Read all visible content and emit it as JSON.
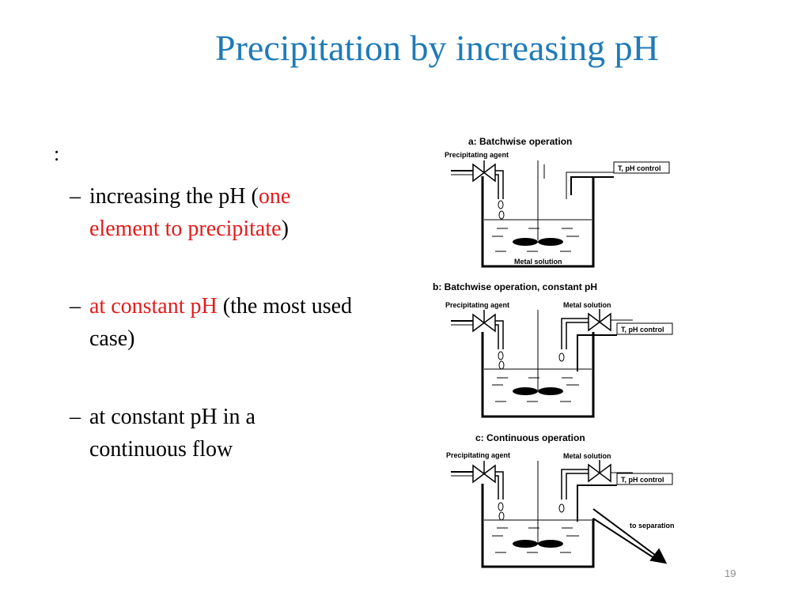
{
  "slide": {
    "title": "Precipitation by increasing pH",
    "intro": ":",
    "bullets": [
      {
        "dash": "–",
        "parts": [
          "increasing the pH (",
          "one element to precipitate",
          ")"
        ]
      },
      {
        "dash": "–",
        "parts": [
          "at  constant pH",
          " (the most used case)"
        ]
      },
      {
        "dash": "–",
        "parts": [
          "at constant pH in a continuous flow"
        ]
      }
    ],
    "page_number": "19",
    "accent_red": "#e31b1b",
    "title_color": "#1f7ab8"
  },
  "figure": {
    "a": {
      "title": "a: Batchwise operation",
      "agent": "Precipitating agent",
      "control": "T, pH control",
      "solution": "Metal solution"
    },
    "b": {
      "title": "b: Batchwise operation, constant pH",
      "agent": "Precipitating agent",
      "solution": "Metal solution",
      "control": "T, pH control"
    },
    "c": {
      "title": "c: Continuous operation",
      "agent": "Precipitating agent",
      "solution": "Metal solution",
      "control": "T, pH control",
      "outlet": "to separation"
    }
  }
}
